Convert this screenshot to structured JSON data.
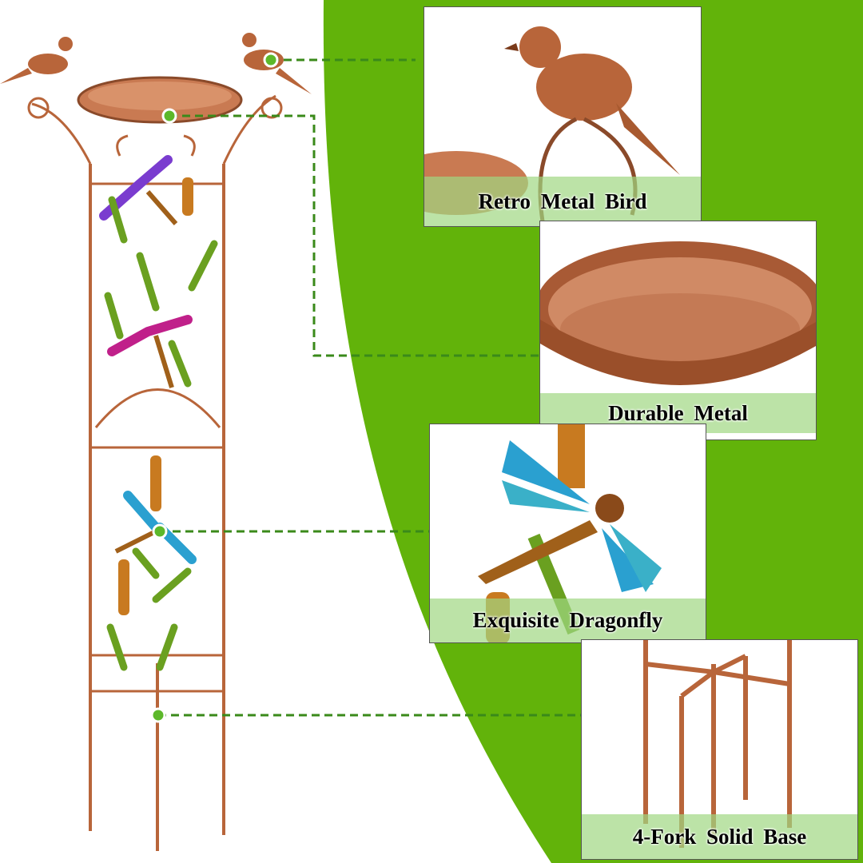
{
  "colors": {
    "green": "#62b30a",
    "copper": "#b8653a",
    "band": "#b8e0a0"
  },
  "features": [
    {
      "label": "Retro Metal Bird",
      "icon": "bird-icon"
    },
    {
      "label": "Durable Metal",
      "icon": "bowl-icon"
    },
    {
      "label": "Exquisite Dragonfly",
      "icon": "dragonfly-icon"
    },
    {
      "label": "4-Fork Solid Base",
      "icon": "base-icon"
    }
  ]
}
